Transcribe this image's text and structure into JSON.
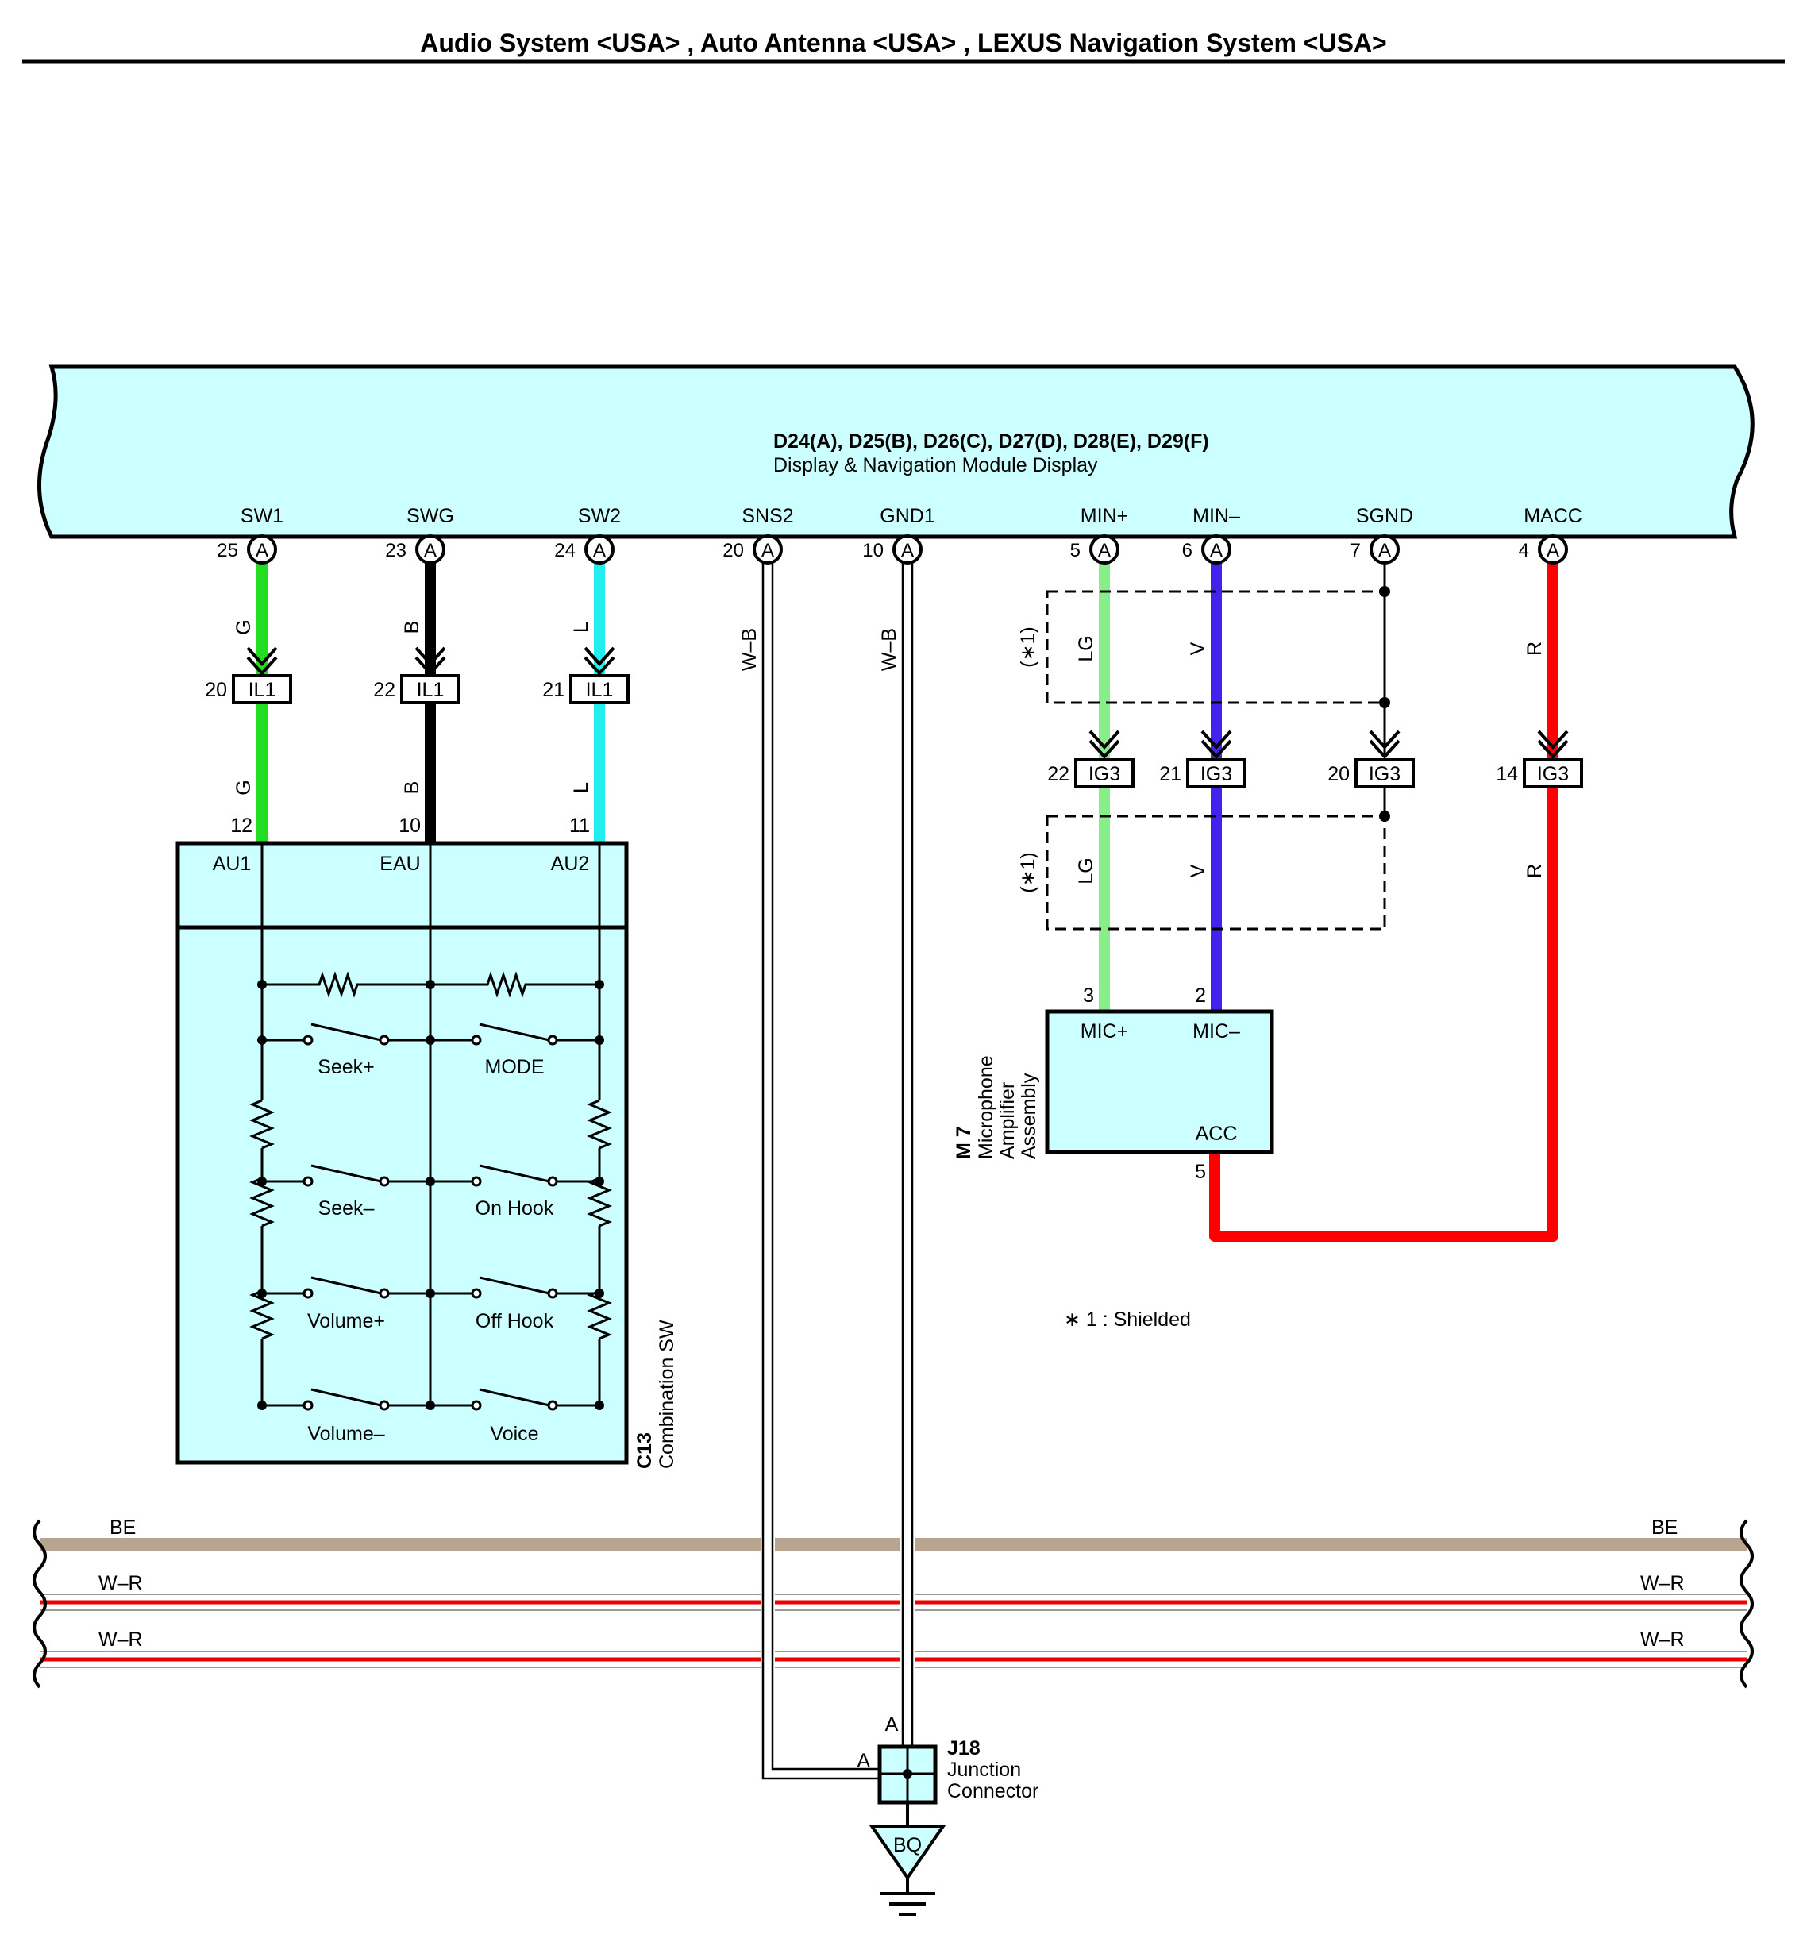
{
  "title": "Audio System <USA> , Auto Antenna <USA> , LEXUS Navigation System <USA>",
  "module": {
    "connectors": "D24(A), D25(B), D26(C), D27(D), D28(E), D29(F)",
    "name": "Display & Navigation Module Display",
    "terminals": [
      {
        "name": "SW1",
        "pin": "25",
        "conn": "A"
      },
      {
        "name": "SWG",
        "pin": "23",
        "conn": "A"
      },
      {
        "name": "SW2",
        "pin": "24",
        "conn": "A"
      },
      {
        "name": "SNS2",
        "pin": "20",
        "conn": "A"
      },
      {
        "name": "GND1",
        "pin": "10",
        "conn": "A"
      },
      {
        "name": "MIN+",
        "pin": "5",
        "conn": "A"
      },
      {
        "name": "MIN–",
        "pin": "6",
        "conn": "A"
      },
      {
        "name": "SGND",
        "pin": "7",
        "conn": "A"
      },
      {
        "name": "MACC",
        "pin": "4",
        "conn": "A"
      }
    ]
  },
  "wires": [
    {
      "color_code": "G",
      "color": "#22dd22"
    },
    {
      "color_code": "B",
      "color": "#000000"
    },
    {
      "color_code": "L",
      "color": "#22eeee"
    },
    {
      "color_code": "W–B",
      "color": "#ffffff"
    },
    {
      "color_code": "W–B",
      "color": "#ffffff"
    },
    {
      "color_code": "LG",
      "color": "#88ee88"
    },
    {
      "color_code": "V",
      "color": "#4422ee"
    },
    {
      "color_code": "R",
      "color": "#ff0000"
    }
  ],
  "il1": {
    "label": "IL1",
    "pins": [
      "20",
      "22",
      "21"
    ]
  },
  "ig3": {
    "label": "IG3",
    "pins": [
      "22",
      "21",
      "20",
      "14"
    ]
  },
  "combo_sw": {
    "pins": [
      "12",
      "10",
      "11"
    ],
    "terminals": [
      "AU1",
      "EAU",
      "AU2"
    ],
    "code": "C13",
    "name": "Combination SW",
    "switches": [
      "Seek+",
      "MODE",
      "Seek–",
      "On Hook",
      "Volume+",
      "Off Hook",
      "Volume–",
      "Voice"
    ]
  },
  "mic_amp": {
    "code": "M 7",
    "name_lines": [
      "Microphone",
      "Amplifier",
      "Assembly"
    ],
    "terminals": [
      "MIC+",
      "MIC–",
      "ACC"
    ],
    "pins": [
      "3",
      "2",
      "5"
    ]
  },
  "shield_label": "(∗1)",
  "shield_note": "∗ 1 : Shielded",
  "harness": [
    {
      "label": "BE",
      "color": "#b7a58f"
    },
    {
      "label": "W–R",
      "color": "#ee0000"
    },
    {
      "label": "W–R",
      "color": "#ee0000"
    }
  ],
  "junction": {
    "code": "J18",
    "name_lines": [
      "Junction",
      "Connector"
    ],
    "pin_label": "A"
  },
  "ground": {
    "label": "BQ"
  },
  "colors": {
    "fill": "#ccffff",
    "shield_line": "#000000"
  }
}
